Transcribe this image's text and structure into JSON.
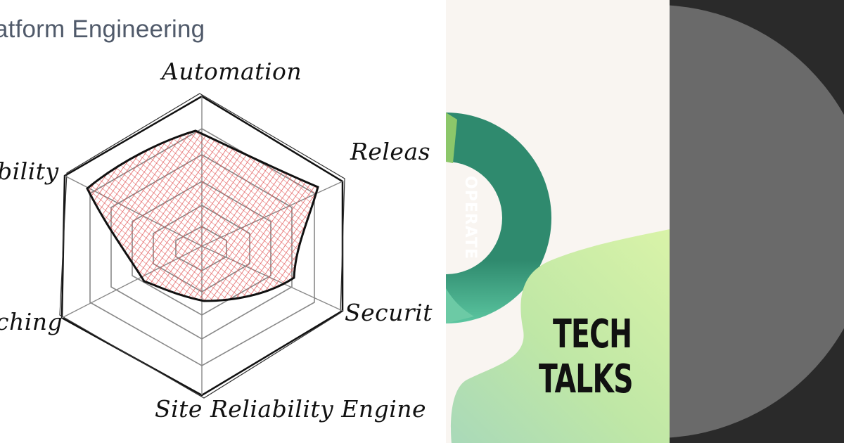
{
  "left_panel": {
    "title": "atform Engineering",
    "radar": {
      "axes": [
        "Automation",
        "Releas",
        "Securit",
        "Site Reliability Engine",
        "ching",
        "bility"
      ],
      "fill_color": "#e05555",
      "outline_color": "#111111"
    }
  },
  "middle_panel": {
    "ring_label": "OPERATE",
    "title_line1": "TECH",
    "title_line2": "TALKS",
    "ring_color": "#2f8a6e"
  },
  "right_panel": {
    "circle_color": "#6a6a6a",
    "bg_color": "#2a2a2a"
  }
}
